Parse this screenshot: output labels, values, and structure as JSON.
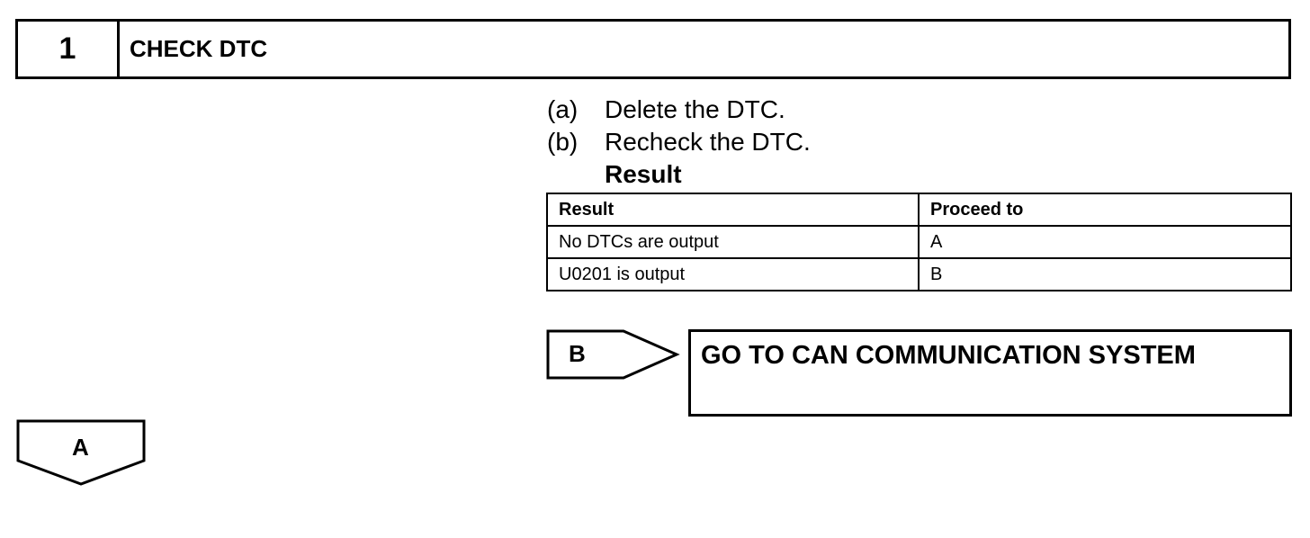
{
  "step": {
    "number": "1",
    "title": "CHECK DTC"
  },
  "instructions": [
    {
      "letter": "(a)",
      "text": "Delete the DTC."
    },
    {
      "letter": "(b)",
      "text": "Recheck the DTC."
    }
  ],
  "result_heading": "Result",
  "result_table": {
    "headers": [
      "Result",
      "Proceed to"
    ],
    "rows": [
      [
        "No DTCs are output",
        "A"
      ],
      [
        "U0201 is output",
        "B"
      ]
    ]
  },
  "branch_b": {
    "label": "B",
    "action": "GO TO CAN COMMUNICATION SYSTEM"
  },
  "branch_a": {
    "label": "A"
  }
}
